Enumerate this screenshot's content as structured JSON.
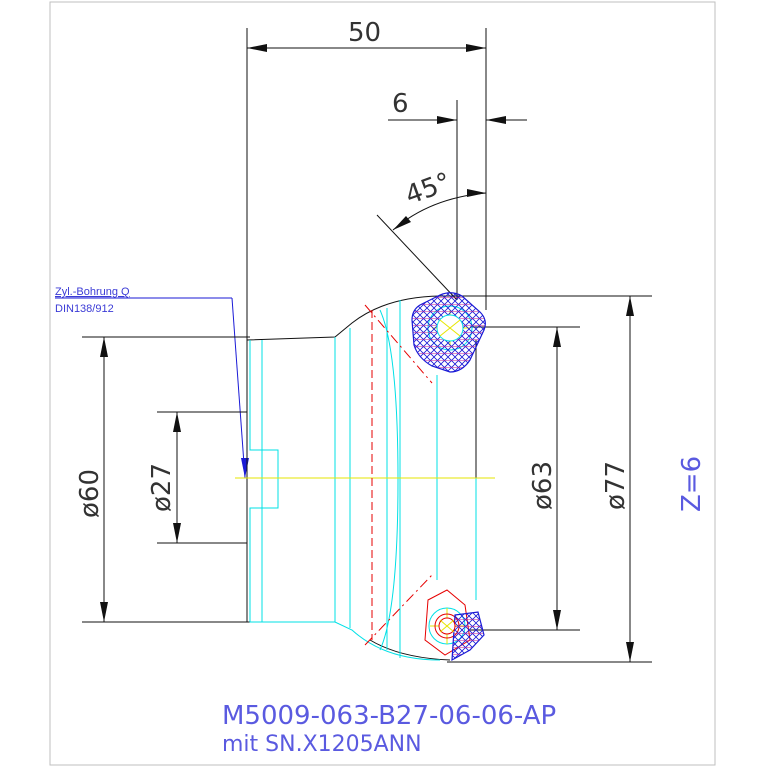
{
  "dimensions": {
    "width_overall": "50",
    "chamfer_width": "6",
    "chamfer_angle": "45°",
    "dia_60": "ø60",
    "dia_27": "ø27",
    "dia_63": "ø63",
    "dia_77": "ø77"
  },
  "teeth_count": "Z=6",
  "annotation": {
    "line1": "Zyl.-Bohrung Q",
    "line2": "DIN138/912"
  },
  "title": {
    "part_number": "M5009-063-B27-06-06-AP",
    "insert": "mit SN.X1205ANN"
  },
  "colors": {
    "outline": "#111111",
    "hidden": "#00e0e6",
    "center": "#e6e600",
    "section": "#e60000",
    "hatch": "#1a1ad6",
    "text_blue": "#5a5ae0"
  }
}
